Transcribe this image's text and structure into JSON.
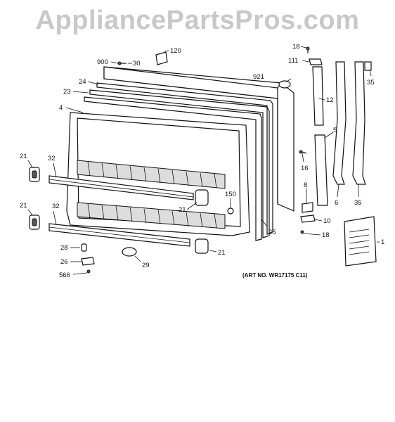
{
  "watermark": "AppliancePartsPros.com",
  "art_number": "(ART NO. WR17175 C11)",
  "callouts": {
    "c120": "120",
    "c900": "900",
    "c30": "30",
    "c24": "24",
    "c23": "23",
    "c4": "4",
    "c921": "921",
    "c18a": "18",
    "c111": "111",
    "c12": "12",
    "c5": "5",
    "c16": "16",
    "c8": "8",
    "c10": "10",
    "c18b": "18",
    "c6": "6",
    "c35a": "35",
    "c35b": "35",
    "c1": "1",
    "c21a": "21",
    "c32a": "32",
    "c21b": "21",
    "c32b": "32",
    "c150": "150",
    "c21c": "21",
    "c25": "25",
    "c21d": "21",
    "c28": "28",
    "c26": "26",
    "c29": "29",
    "c566": "566"
  }
}
